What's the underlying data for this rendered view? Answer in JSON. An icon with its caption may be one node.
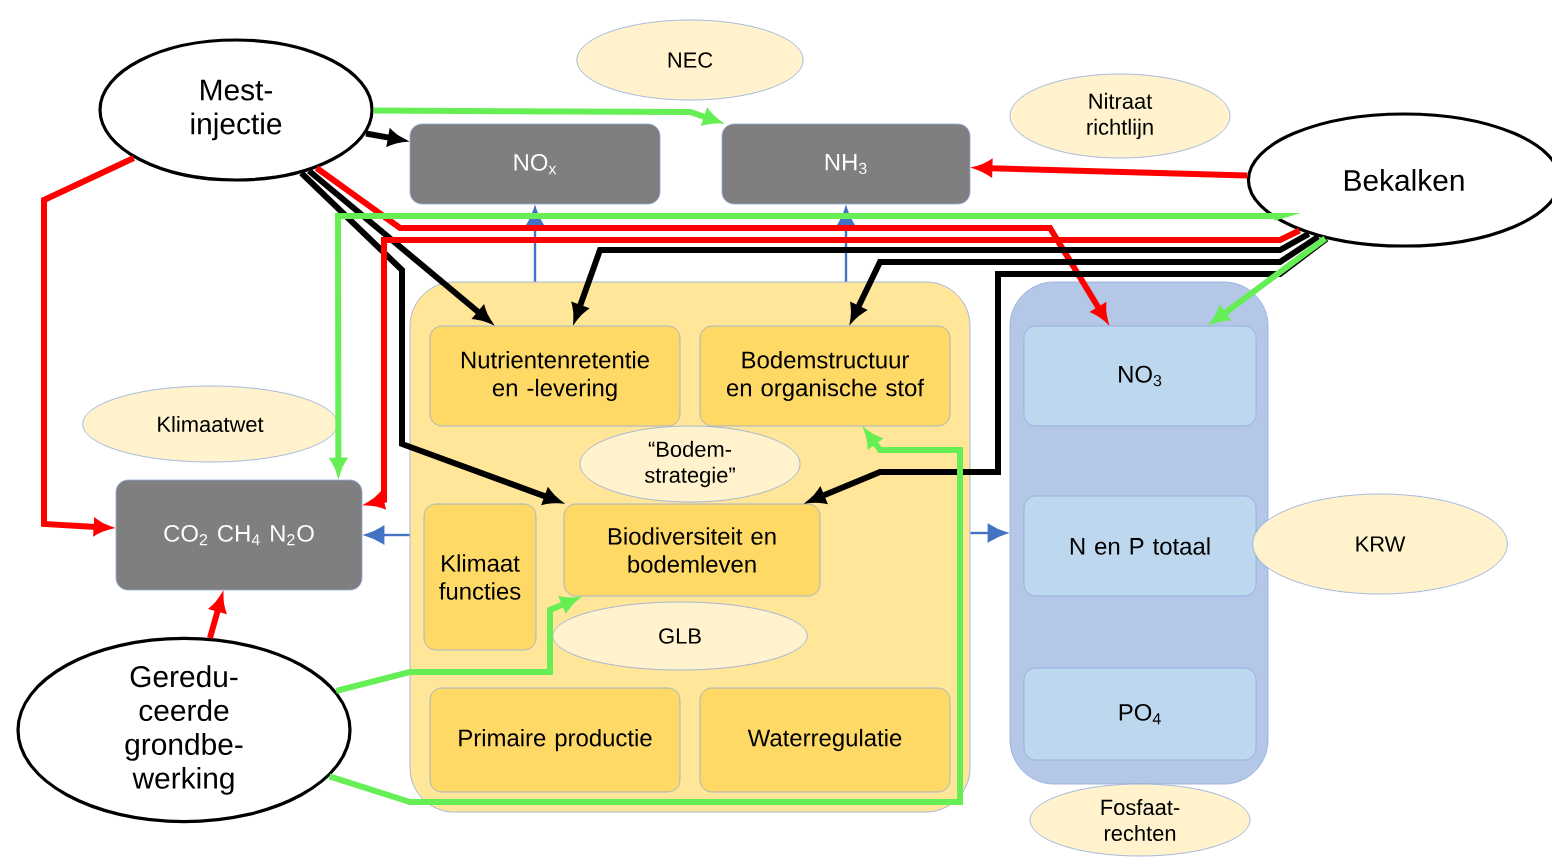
{
  "diagram": {
    "nodes": [
      {
        "text": [
          "Mest-injectie"
        ]
      },
      {
        "text": [
          "Bekalken"
        ]
      },
      {
        "text": [
          "Geredu-ceerde grondbe-werking"
        ]
      },
      {
        "text": [
          "NO$_{x}$"
        ]
      },
      {
        "text": [
          "NH$_{3}$"
        ]
      },
      {
        "text": [
          "CO$_{2}$ CH$_{4}$ N$_{2}$O"
        ]
      },
      {
        "text": [],
        "shape": "box"
      },
      {
        "text": [
          "Nutrientenretentie en -levering"
        ],
        "in": 6
      },
      {
        "text": [
          "Bodemstructuur en organische stof"
        ],
        "in": 6
      },
      {
        "text": [
          "Klimaat functies"
        ],
        "in": 6
      },
      {
        "text": [
          "Biodiversiteit en bodemleven"
        ],
        "in": 6
      },
      {
        "text": [
          "Primaire productie"
        ],
        "in": 6
      },
      {
        "text": [
          "Waterregulatie"
        ],
        "in": 6
      },
      {
        "text": [],
        "shape": "box"
      },
      {
        "text": [
          "NO$_{3}$"
        ],
        "in": 13
      },
      {
        "text": [
          "N en P totaal"
        ],
        "in": 13
      },
      {
        "text": [
          "PO$_{4}$"
        ],
        "in": 13
      },
      {
        "text": [
          "NEC"
        ]
      },
      {
        "text": [
          "Nitraat richtlijn"
        ]
      },
      {
        "text": [
          "Klimaatwet"
        ]
      },
      {
        "text": [
          "“Bodem-strategie”"
        ],
        "in": 6
      },
      {
        "text": [
          "GLB"
        ],
        "in": 6
      },
      {
        "text": [
          "KRW"
        ]
      },
      {
        "text": [
          "Fosfaat-rechten"
        ]
      }
    ],
    "edges": [
      {
        "from": 6,
        "to": 3,
        "arrow": "to",
        "color": "#4472c4"
      },
      {
        "from": 6,
        "to": 4,
        "arrow": "to",
        "color": "#4472c4"
      },
      {
        "from": 6,
        "to": 5,
        "arrow": "to",
        "color": "#4472c4"
      },
      {
        "from": 6,
        "to": 13,
        "arrow": "to",
        "color": "#4472c4"
      },
      {
        "from": 0,
        "to": 4,
        "arrow": "to",
        "color": "#66ee55"
      },
      {
        "from": 0,
        "to": 3,
        "arrow": "to"
      },
      {
        "from": 0,
        "to": 7,
        "arrow": "to"
      },
      {
        "from": 0,
        "to": 10,
        "arrow": "to"
      },
      {
        "from": 0,
        "to": 14,
        "arrow": "to",
        "color": "#ff0000"
      },
      {
        "from": 0,
        "to": 5,
        "arrow": "to",
        "color": "#ff0000"
      },
      {
        "from": 1,
        "to": 4,
        "arrow": "to",
        "color": "#ff0000"
      },
      {
        "from": 1,
        "to": 5,
        "arrow": "to",
        "color": "#ff0000"
      },
      {
        "from": 1,
        "to": 7,
        "arrow": "to"
      },
      {
        "from": 1,
        "to": 8,
        "arrow": "to"
      },
      {
        "from": 1,
        "to": 10,
        "arrow": "to"
      },
      {
        "from": 1,
        "to": 14,
        "arrow": "to",
        "color": "#66ee55"
      },
      {
        "from": 1,
        "to": 5,
        "arrow": "to",
        "color": "#66ee55"
      },
      {
        "from": 2,
        "to": 5,
        "arrow": "to",
        "color": "#ff0000"
      },
      {
        "from": 2,
        "to": 10,
        "arrow": "to",
        "color": "#66ee55"
      },
      {
        "from": 2,
        "to": 8,
        "arrow": "to",
        "color": "#66ee55"
      }
    ]
  }
}
